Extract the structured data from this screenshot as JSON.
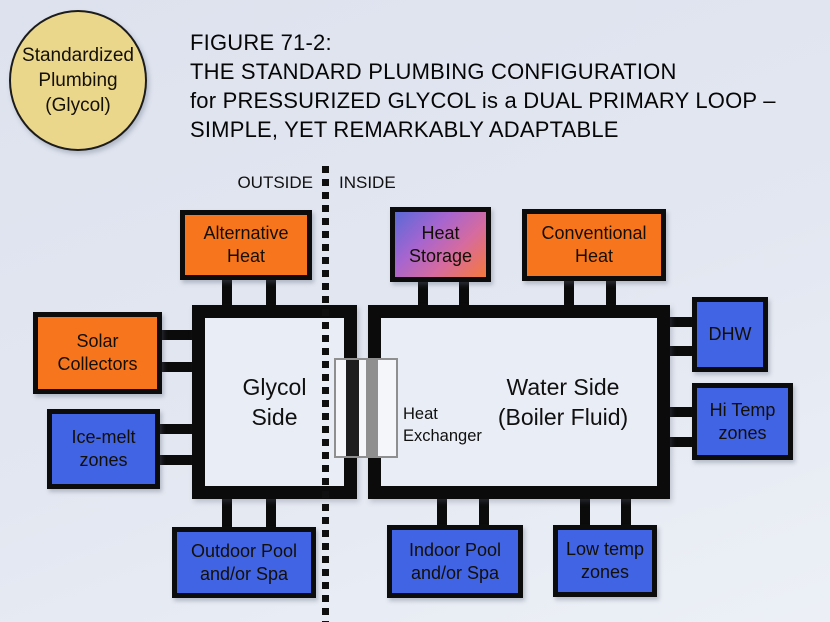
{
  "badge": {
    "text": "Standardized\nPlumbing\n(Glycol)"
  },
  "title": {
    "lines": [
      "FIGURE 71-2:",
      "THE STANDARD PLUMBING CONFIGURATION",
      "for PRESSURIZED GLYCOL is a DUAL PRIMARY LOOP –",
      "SIMPLE, YET REMARKABLY ADAPTABLE"
    ]
  },
  "boundary": {
    "outside_label": "OUTSIDE",
    "inside_label": "INSIDE"
  },
  "loops": {
    "glycol": {
      "label": "Glycol\nSide"
    },
    "water": {
      "label": "Water Side\n(Boiler Fluid)"
    }
  },
  "heat_exchanger": {
    "label": "Heat\nExchanger"
  },
  "boxes": {
    "alternative_heat": {
      "label": "Alternative\nHeat",
      "type": "orange"
    },
    "heat_storage": {
      "label": "Heat\nStorage",
      "type": "gradient"
    },
    "conventional_heat": {
      "label": "Conventional\nHeat",
      "type": "orange"
    },
    "solar_collectors": {
      "label": "Solar\nCollectors",
      "type": "orange"
    },
    "ice_melt_zones": {
      "label": "Ice-melt\nzones",
      "type": "blue"
    },
    "dhw": {
      "label": "DHW",
      "type": "blue"
    },
    "hi_temp_zones": {
      "label": "Hi Temp\nzones",
      "type": "blue"
    },
    "outdoor_pool": {
      "label": "Outdoor Pool\nand/or Spa",
      "type": "blue"
    },
    "indoor_pool": {
      "label": "Indoor Pool\nand/or Spa",
      "type": "blue"
    },
    "low_temp_zones": {
      "label": "Low temp\nzones",
      "type": "blue"
    }
  },
  "colors": {
    "orange": "#f7761d",
    "blue": "#4064e4",
    "badge_fill": "#ebd78c",
    "background": "#e1e5f0",
    "pipe_black": "#0b0b0b",
    "heat_storage_gradient": [
      "#5a6ad6",
      "#a565d0",
      "#d66b9e",
      "#f5793a"
    ]
  }
}
